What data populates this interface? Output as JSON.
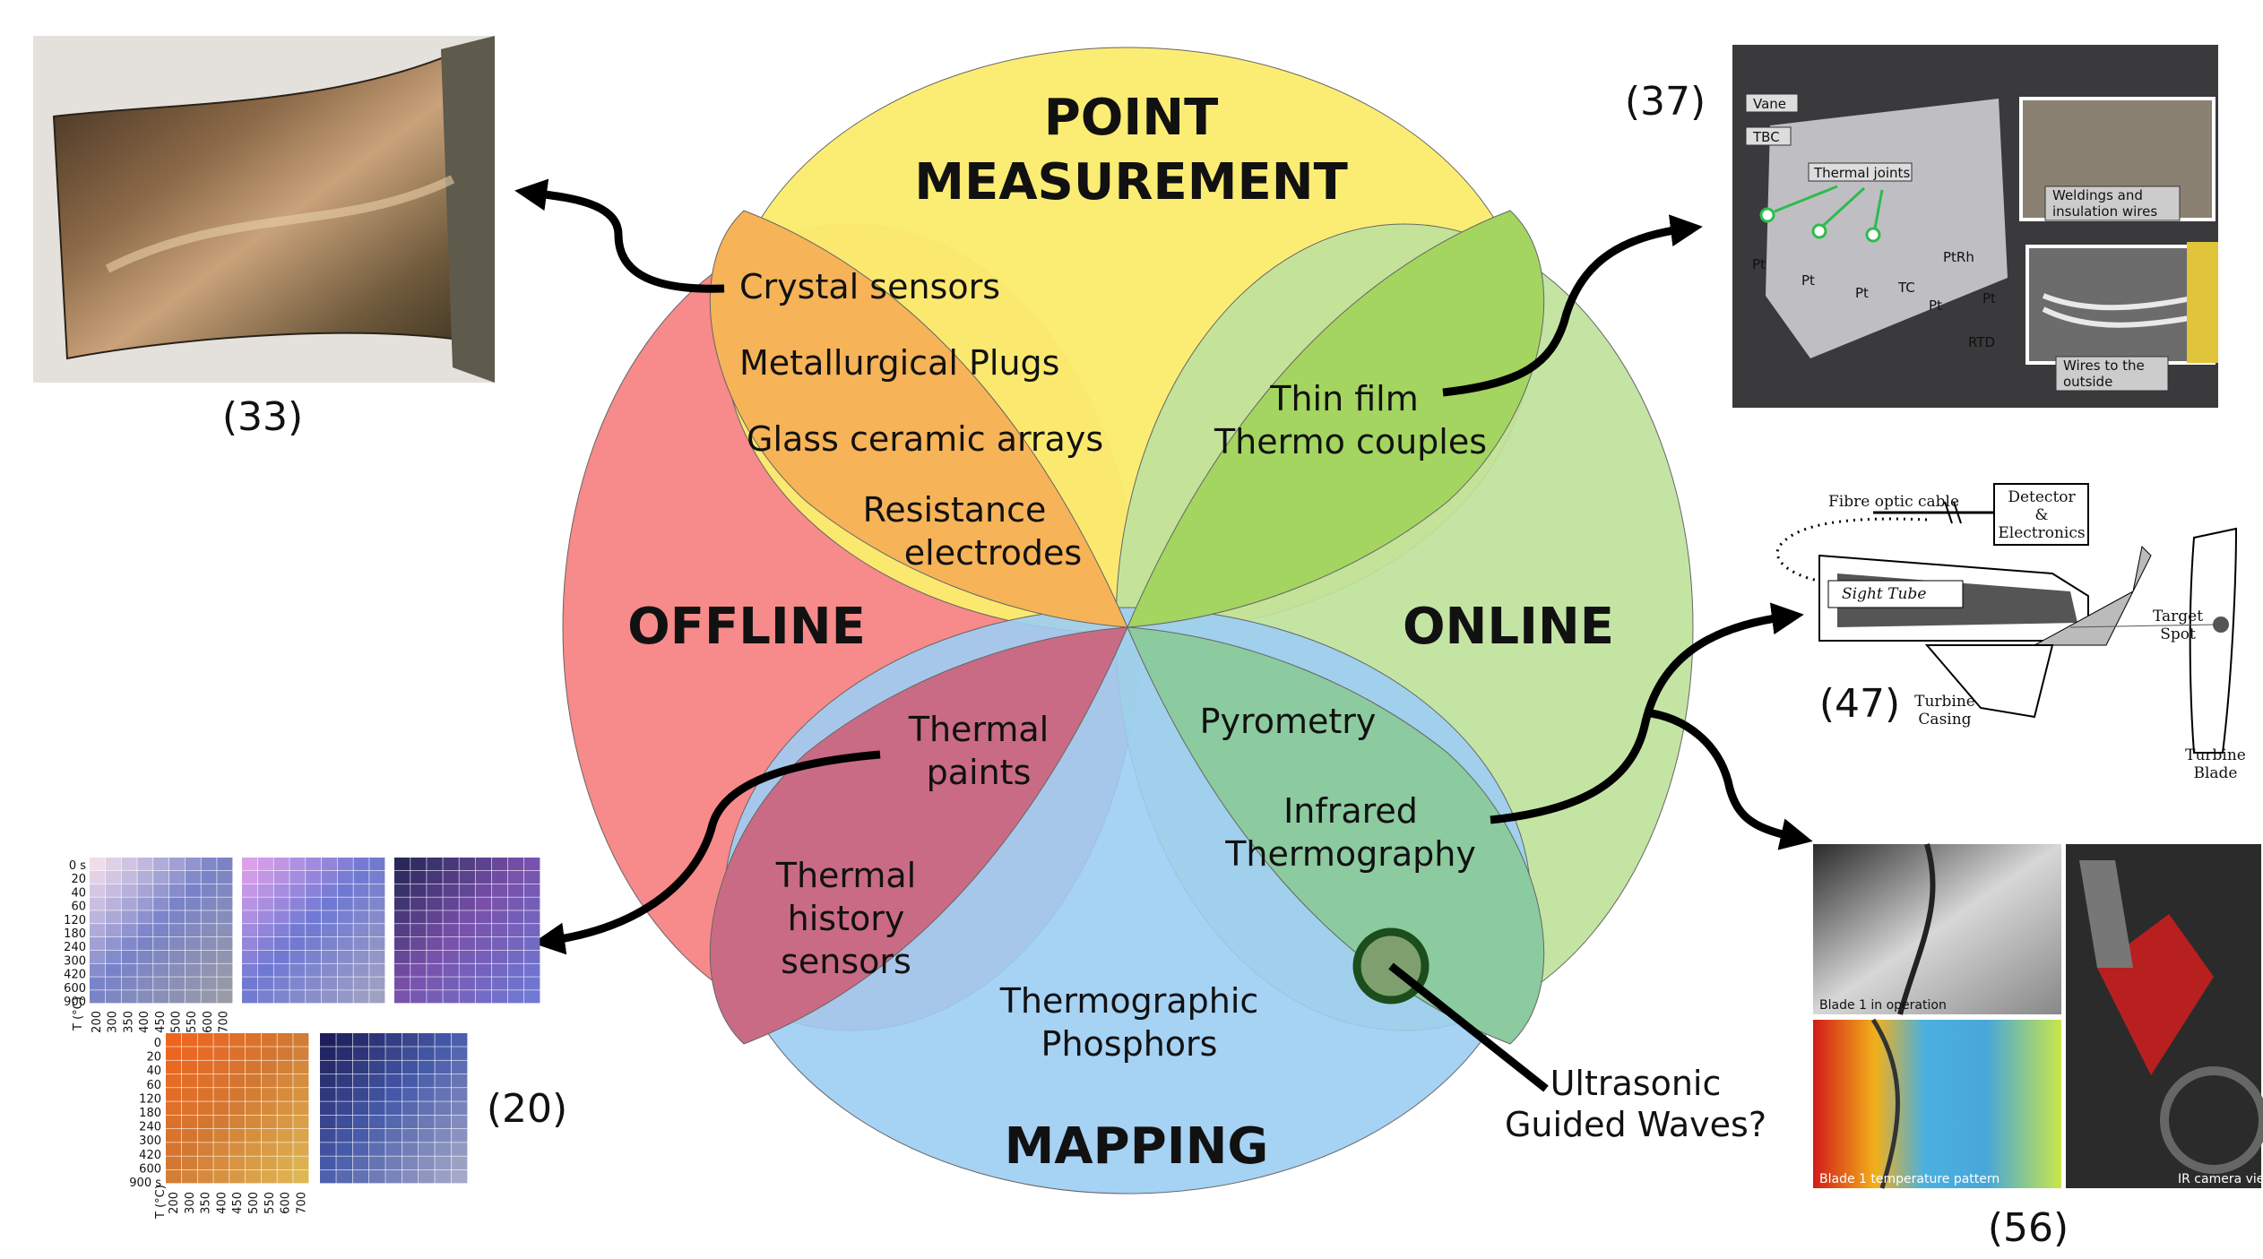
{
  "headers": {
    "top": [
      "POINT",
      "MEASUREMENT"
    ],
    "left": "OFFLINE",
    "right": "ONLINE",
    "bottom": "MAPPING"
  },
  "techniques": {
    "crystal": "Crystal sensors",
    "plugs": "Metallurgical Plugs",
    "glass": "Glass ceramic arrays",
    "resistance": [
      "Resistance",
      "electrodes"
    ],
    "thinfilm": [
      "Thin film",
      "Thermo couples"
    ],
    "paints": [
      "Thermal",
      "paints"
    ],
    "history": [
      "Thermal",
      "history",
      "sensors"
    ],
    "pyrometry": "Pyrometry",
    "infrared": [
      "Infrared",
      "Thermography"
    ],
    "phosphors": [
      "Thermographic",
      "Phosphors"
    ],
    "ultrasonic": [
      "Ultrasonic",
      "Guided Waves?"
    ]
  },
  "references": {
    "r33": "(33)",
    "r37": "(37)",
    "r47": "(47)",
    "r20": "(20)",
    "r56": "(56)"
  },
  "photo37": {
    "vane": "Vane",
    "tbc": "TBC",
    "joints": "Thermal joints",
    "weld": [
      "Weldings and",
      "insulation wires"
    ],
    "wires": [
      "Wires to the",
      "outside"
    ],
    "pt": "Pt",
    "ptrh": "PtRh",
    "tc": "TC",
    "rtd": "RTD"
  },
  "pyrometer": {
    "cable": "Fibre optic cable",
    "detector": [
      "Detector",
      "&",
      "Electronics"
    ],
    "sight": "Sight Tube",
    "target": [
      "Target",
      "Spot"
    ],
    "casing": [
      "Turbine",
      "Casing"
    ],
    "blade": [
      "Turbine",
      "Blade"
    ]
  },
  "ir_images": {
    "op": "Blade 1 in operation",
    "temp": "Blade 1 temperature pattern",
    "cam": "IR camera view"
  },
  "paint_chart": {
    "time_top": [
      "0 s",
      "20",
      "40",
      "60",
      "120",
      "180",
      "240",
      "300",
      "420",
      "600",
      "900"
    ],
    "time_bottom": [
      "0",
      "20",
      "40",
      "60",
      "120",
      "180",
      "240",
      "300",
      "420",
      "600",
      "900 s"
    ],
    "temps": [
      "200",
      "300",
      "350",
      "400",
      "450",
      "500",
      "550",
      "600",
      "700"
    ],
    "taxis": "T (°C)"
  },
  "colors": {
    "offline": "#f77c7c",
    "point": "#fbec6e",
    "online": "#a8d98a",
    "mapping": "#8cc4f0",
    "orange": "#f6b257",
    "green": "#9bd15c",
    "rose": "#c86a82",
    "teal": "#8ccaa0"
  }
}
